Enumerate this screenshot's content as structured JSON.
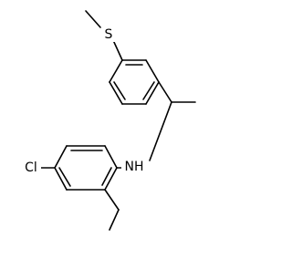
{
  "diagram": {
    "type": "chemical-structure",
    "atom_labels": {
      "sulfur": "S",
      "nitrogen": "NH",
      "chlorine": "Cl"
    },
    "colors": {
      "background": "#ffffff",
      "bond": "#000000",
      "text": "#000000"
    }
  }
}
